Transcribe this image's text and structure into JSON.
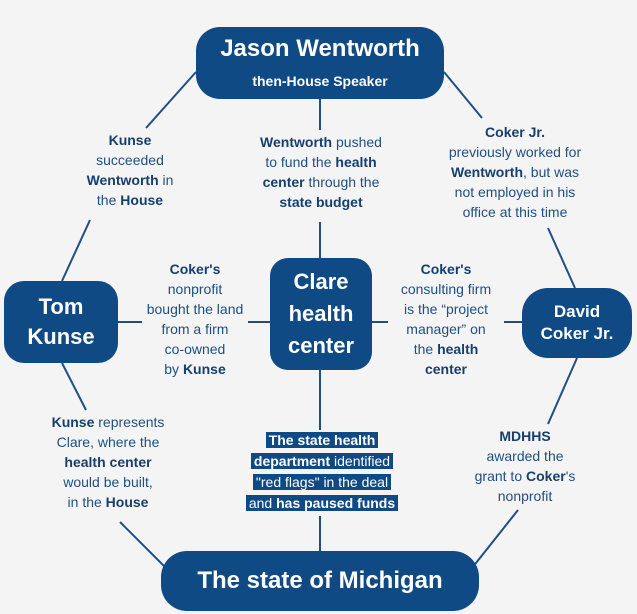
{
  "nodes": {
    "jason": {
      "name": "Jason Wentworth",
      "role": "then-House Speaker"
    },
    "tom": {
      "line1": "Tom",
      "line2": "Kunse"
    },
    "david": {
      "line1": "David",
      "line2": "Coker Jr."
    },
    "clare": {
      "line1": "Clare",
      "line2": "health",
      "line3": "center"
    },
    "michigan": {
      "name": "The state of Michigan"
    }
  },
  "edges": {
    "kunse_succeeded": [
      "Kunse",
      "succeeded",
      "Wentworth",
      "in",
      "the",
      "House"
    ],
    "wentworth_pushed": [
      "Wentworth",
      "pushed",
      "to fund the",
      "health",
      "center",
      "through the",
      "state budget"
    ],
    "coker_previously": [
      "Coker Jr.",
      "previously worked for",
      "Wentworth",
      ", but was",
      "not employed in his",
      "office at this time"
    ],
    "coker_nonprofit": [
      "Coker's",
      "nonprofit",
      "bought the land",
      "from a firm",
      "co-owned",
      "by",
      "Kunse"
    ],
    "coker_firm": [
      "Coker's",
      "consulting firm",
      "is the “project",
      "manager” on",
      "the",
      "health",
      "center"
    ],
    "kunse_represents": [
      "Kunse",
      "represents",
      "Clare, where the",
      "health center",
      "would be built,",
      "in the",
      "House"
    ],
    "mdhhs": [
      "MDHHS",
      "awarded the",
      "grant to",
      "Coker",
      "'s",
      "nonprofit"
    ],
    "state_health": [
      "The state health",
      "department",
      "identified",
      "\"red flags\" in the deal",
      "and",
      "has paused funds"
    ]
  },
  "colors": {
    "node_fill": "#0f4a85",
    "text": "#1f4f82",
    "line": "#1f4f82",
    "background": "#f4f4f4"
  }
}
